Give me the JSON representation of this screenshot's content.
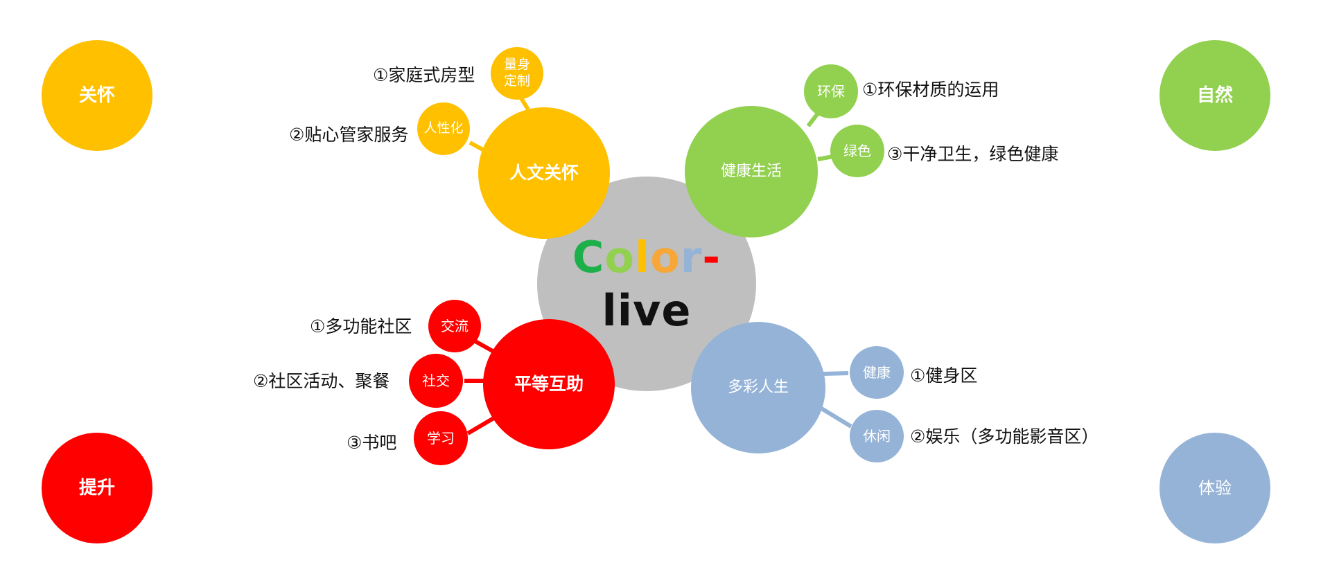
{
  "colors": {
    "yellow": "#FFC000",
    "green": "#92D050",
    "red": "#FF0000",
    "blue": "#95B3D7",
    "gray": "#BFBFBF",
    "title_green": "#1DB04A",
    "title_lime": "#92D050",
    "title_yellow": "#FFC000",
    "title_orange": "#F7A738",
    "title_blue": "#95B3D7",
    "title_red": "#FF0000",
    "title_black": "#111111"
  },
  "center": {
    "title_parts": [
      "C",
      "o",
      "l",
      "o",
      "r",
      "-",
      "live"
    ]
  },
  "corners": {
    "care": "关怀",
    "nature": "自然",
    "improve": "提升",
    "experience": "体验"
  },
  "branches": {
    "humanistic": {
      "label": "人文关怀",
      "subs": [
        {
          "label": "量身\n定制",
          "note": "①家庭式房型"
        },
        {
          "label": "人性化",
          "note": "②贴心管家服务"
        }
      ]
    },
    "health": {
      "label": "健康生活",
      "subs": [
        {
          "label": "环保",
          "note": "①环保材质的运用"
        },
        {
          "label": "绿色",
          "note": "③干净卫生，绿色健康"
        }
      ]
    },
    "equality": {
      "label": "平等互助",
      "subs": [
        {
          "label": "交流",
          "note": "①多功能社区"
        },
        {
          "label": "社交",
          "note": "②社区活动、聚餐"
        },
        {
          "label": "学习",
          "note": "③书吧"
        }
      ]
    },
    "colorful": {
      "label": "多彩人生",
      "subs": [
        {
          "label": "健康",
          "note": "①健身区"
        },
        {
          "label": "休闲",
          "note": "②娱乐（多功能影音区）"
        }
      ]
    }
  }
}
